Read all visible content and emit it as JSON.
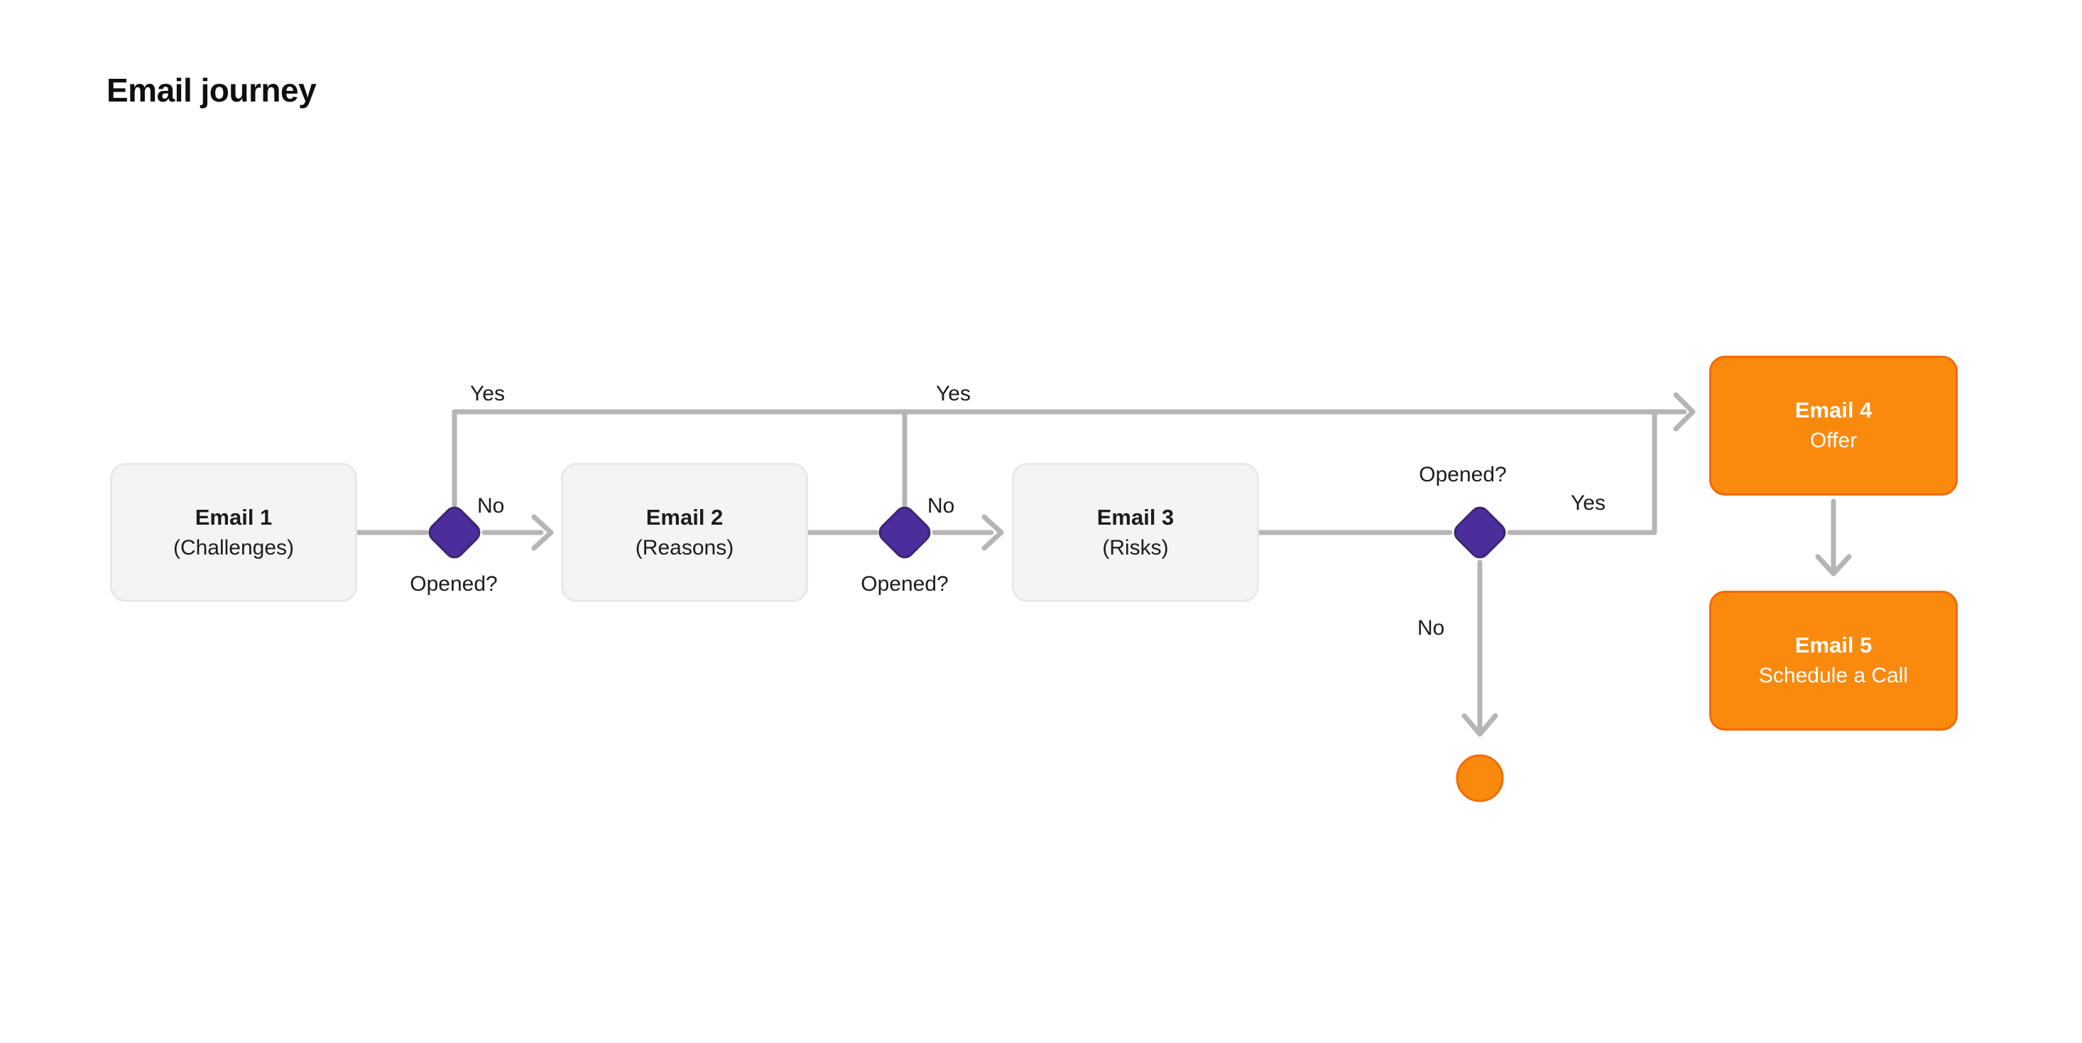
{
  "title": "Email journey",
  "diagram": {
    "nodes": [
      {
        "id": "email-1",
        "title": "Email 1",
        "subtitle": "(Challenges)",
        "kind": "step"
      },
      {
        "id": "email-2",
        "title": "Email 2",
        "subtitle": "(Reasons)",
        "kind": "step"
      },
      {
        "id": "email-3",
        "title": "Email 3",
        "subtitle": "(Risks)",
        "kind": "step"
      },
      {
        "id": "email-4",
        "title": "Email 4",
        "subtitle": "Offer",
        "kind": "highlight"
      },
      {
        "id": "email-5",
        "title": "Email 5",
        "subtitle": "Schedule a Call",
        "kind": "highlight"
      }
    ],
    "decisions": [
      {
        "id": "opened-1",
        "question": "Opened?",
        "yes_label": "Yes",
        "no_label": "No"
      },
      {
        "id": "opened-2",
        "question": "Opened?",
        "yes_label": "Yes",
        "no_label": "No"
      },
      {
        "id": "opened-3",
        "question": "Opened?",
        "yes_label": "Yes",
        "no_label": "No"
      }
    ],
    "terminator": {
      "shape": "circle"
    }
  },
  "colors": {
    "accent_orange": "#FA8A0E",
    "accent_orange_border": "#F26B02",
    "decision_purple": "#4B2E9C",
    "decision_purple_border": "#3C2572",
    "connector_gray": "#B5B5B5",
    "step_fill": "#F4F4F4",
    "step_border": "#E8E8E8",
    "text_dark": "#1C1C1C"
  }
}
